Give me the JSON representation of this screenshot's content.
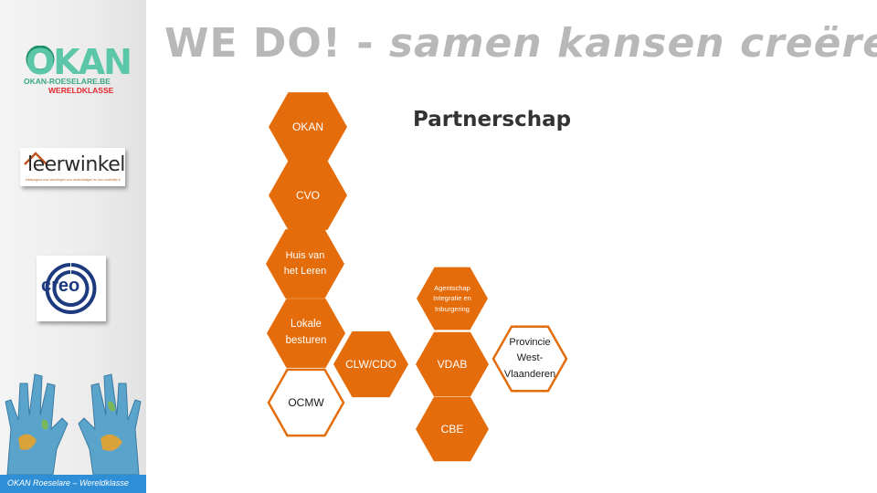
{
  "title": {
    "bold": "WE DO! - ",
    "italic": "samen kansen creëren"
  },
  "subtitle": "Partnerschap",
  "logos": {
    "okan": {
      "big": "OKAN",
      "url": "OKAN-ROESELARE.BE",
      "tag": "WERELDKLASSE"
    },
    "leerwinkel": {
      "word": "leerwinkel",
      "sub": "loketpagina voor wendingen voor anderstaligen en hun onderwijs in West-Vlaanderen"
    },
    "creo": {
      "word": "creo"
    }
  },
  "footer": "OKAN Roeselare – Wereldklasse",
  "colors": {
    "orange": "#E46C0A",
    "title_gray": "#B8B8B8",
    "footer_blue": "#2E8FD6"
  },
  "hexagons": [
    {
      "id": "okan",
      "label": "OKAN",
      "style": "filled"
    },
    {
      "id": "cvo",
      "label": "CVO",
      "style": "filled"
    },
    {
      "id": "huis-van-het-leren",
      "label": "Huis van\nhet Leren",
      "style": "filled"
    },
    {
      "id": "lokale-besturen",
      "label": "Lokale\nbesturen",
      "style": "filled"
    },
    {
      "id": "ocmw",
      "label": "OCMW",
      "style": "outline"
    },
    {
      "id": "clw-cdo",
      "label": "CLW/CDO",
      "style": "filled"
    },
    {
      "id": "agentschap",
      "label": "Agentschap\nIntegratie en\nInburgering",
      "style": "filled"
    },
    {
      "id": "vdab",
      "label": "VDAB",
      "style": "filled"
    },
    {
      "id": "cbe",
      "label": "CBE",
      "style": "filled"
    },
    {
      "id": "provincie",
      "label": "Provincie\nWest-\nVlaanderen",
      "style": "outline"
    }
  ]
}
